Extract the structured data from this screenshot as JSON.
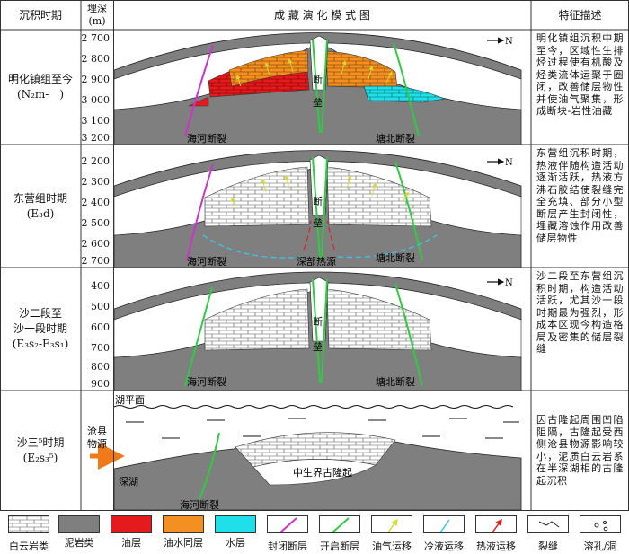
{
  "header": {
    "era_col": "沉积时期",
    "depth_col_line1": "埋深",
    "depth_col_line2": "(m)",
    "diagram_col": "成 藏 演 化 模 式 图",
    "desc_col": "特征描述"
  },
  "rows": [
    {
      "era_name": "明化镇组至今",
      "era_code": "(N₂m-　)",
      "depths": [
        "2 700",
        "2 800",
        "2 900",
        "3 000",
        "3 100",
        "3 200"
      ],
      "labels": {
        "fault_left": "海河断裂",
        "fault_right": "塘北断裂",
        "center_1": "断",
        "center_2": "垒",
        "north": "N"
      },
      "desc": "明化镇组沉积中期至今，区域性生排烃过程使有机酸及烃类流体运聚于圈闭，改善储层物性并使油气聚集，形成断块-岩性油藏"
    },
    {
      "era_name": "东营组时期",
      "era_code": "(E₃d)",
      "depths": [
        "2 200",
        "2 300",
        "2 400",
        "2 500",
        "2 600",
        "2 700"
      ],
      "labels": {
        "fault_left": "海河断裂",
        "fault_right": "塘北断裂",
        "center_1": "断",
        "center_2": "垒",
        "heat_source": "深部热源",
        "north": "N"
      },
      "desc": "东营组沉积时期，热液伴随构造活动逐渐活跃，热液方沸石胶结使裂缝完全充填、部分小型断层产生封闭性，埋藏溶蚀作用改善储层物性"
    },
    {
      "era_name_line1": "沙二段至",
      "era_name_line2": "沙一段时期",
      "era_code": "(E₃s₂-E₃s₁)",
      "depths": [
        "400",
        "500",
        "600",
        "700",
        "800",
        "900"
      ],
      "labels": {
        "fault_left": "海河断裂",
        "fault_right": "塘北断裂",
        "center_1": "断",
        "center_2": "垒",
        "north": "N"
      },
      "desc": "沙二段至东营组沉积时期，构造活动活跃，尤其沙一段时期最为强烈，形成本区现今构造格局及密集的储层裂缝"
    },
    {
      "era_name": "沙三⁵时期",
      "era_code": "(E₂s₃⁵)",
      "labels": {
        "lake_surface": "湖平面",
        "source_1": "沧县",
        "source_2": "物源",
        "deep_lake": "深湖",
        "uplift": "中生界古隆起",
        "fault_left": "海河断裂"
      },
      "desc": "因古隆起周围凹陷阻隔，古隆起受西侧沧县物源影响较小，泥质白云岩系在半深湖相的古隆起沉积"
    }
  ],
  "legend": [
    {
      "icon": "dolomite-swatch",
      "label": "白云岩类"
    },
    {
      "icon": "mudstone-swatch",
      "label": "泥岩类"
    },
    {
      "icon": "oil-layer-swatch",
      "label": "油层"
    },
    {
      "icon": "oil-water-swatch",
      "label": "油水同层"
    },
    {
      "icon": "water-layer-swatch",
      "label": "水层"
    },
    {
      "icon": "closed-fault-swatch",
      "label": "封闭断层"
    },
    {
      "icon": "open-fault-swatch",
      "label": "开启断层"
    },
    {
      "icon": "oil-gas-migration-swatch",
      "label": "油气运移"
    },
    {
      "icon": "cold-fluid-migration-swatch",
      "label": "冷液运移"
    },
    {
      "icon": "hot-fluid-migration-swatch",
      "label": "热液运移"
    },
    {
      "icon": "fracture-swatch",
      "label": "裂缝"
    },
    {
      "icon": "vug-swatch",
      "label": "溶孔/洞"
    }
  ],
  "colors": {
    "mudstone": "#7f7f7f",
    "oil": "#e41a1c",
    "oil_water": "#f39021",
    "water": "#1fe0e8",
    "closed_fault": "#cc33cc",
    "open_fault": "#2ecc40",
    "oil_gas_arrow": "#e8e84a",
    "cold_arrow": "#33ccee",
    "hot_arrow": "#e02020",
    "source_arrow": "#f07a1a"
  }
}
